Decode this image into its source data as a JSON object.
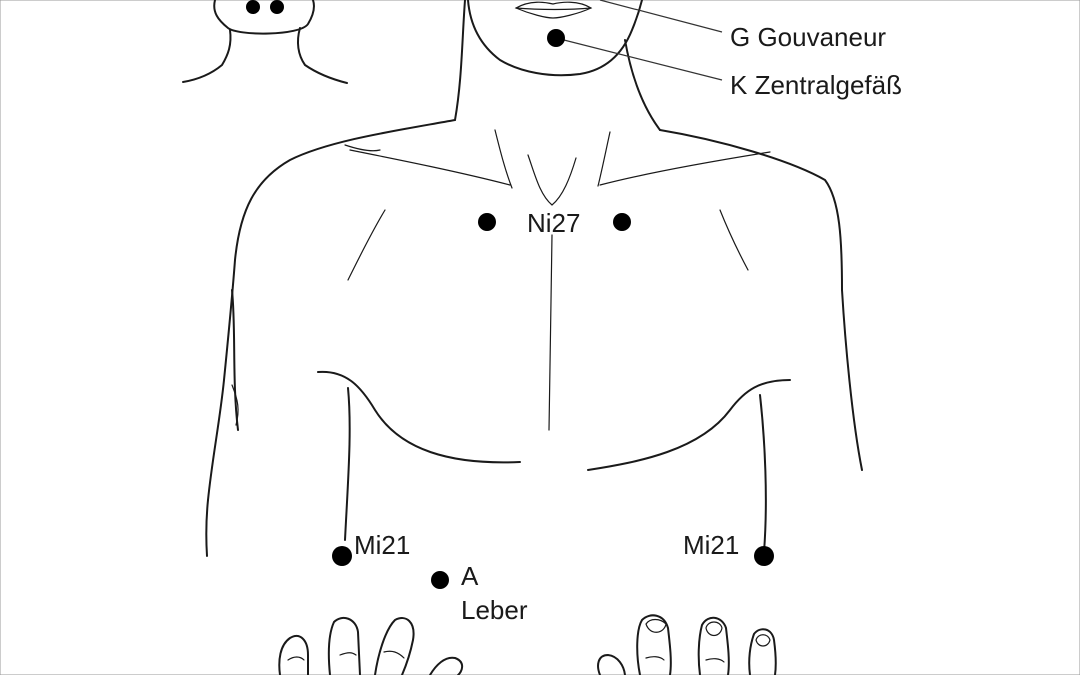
{
  "labels": {
    "gouverneur": "G Gouvaneur",
    "zentralgefaess": "K Zentralgefäß",
    "ni27": "Ni27",
    "mi21_left": "Mi21",
    "mi21_right": "Mi21",
    "leber_a": "A",
    "leber": "Leber"
  },
  "colors": {
    "line": "#1a1a1a",
    "point": "#000000",
    "background": "#ffffff"
  }
}
